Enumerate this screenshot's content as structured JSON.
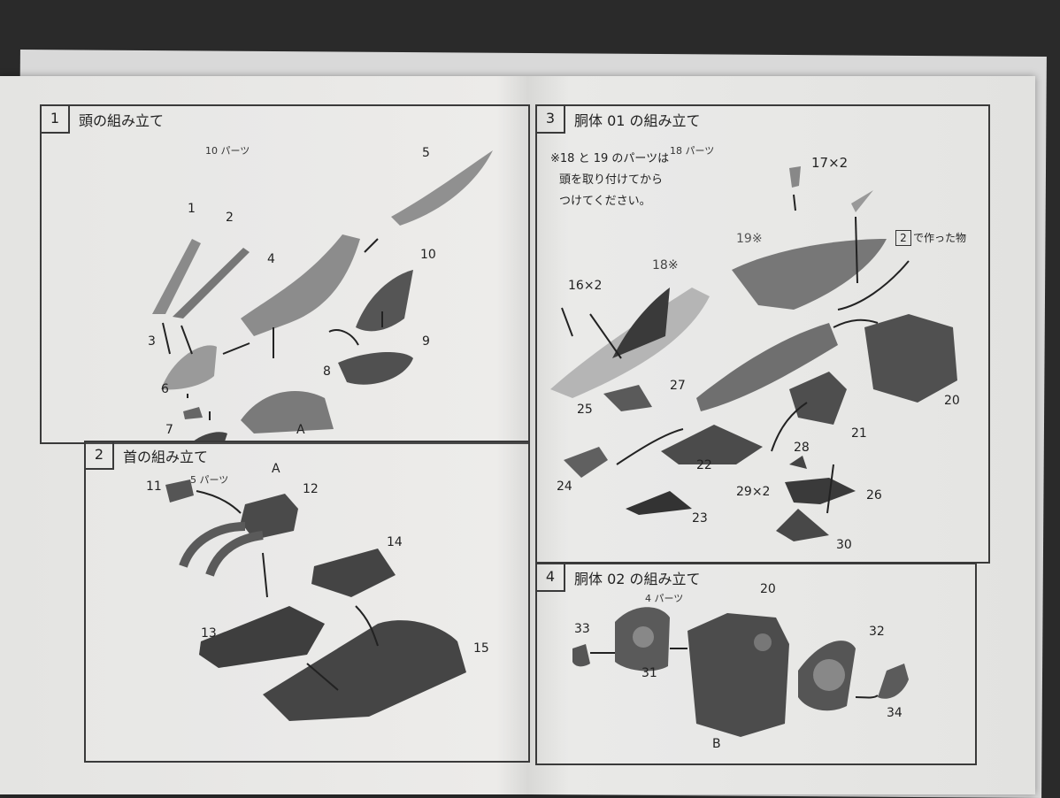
{
  "section1": {
    "num": "1",
    "title": "頭の組み立て",
    "count": "10 パーツ",
    "labels": [
      "1",
      "2",
      "3",
      "4",
      "5",
      "6",
      "7",
      "8",
      "9",
      "10",
      "A"
    ]
  },
  "section2": {
    "num": "2",
    "title": "首の組み立て",
    "count": "5 パーツ",
    "labels": [
      "11",
      "12",
      "13",
      "14",
      "15",
      "A"
    ]
  },
  "section3": {
    "num": "3",
    "title": "胴体 01 の組み立て",
    "count": "18 パーツ",
    "note_lines": [
      "※18 と 19 のパーツは",
      "頭を取り付けてから",
      "つけてください。"
    ],
    "ref_num": "2",
    "ref_text": "で作った物",
    "labels": [
      "17×2",
      "19※",
      "18※",
      "16×2",
      "20",
      "21",
      "22",
      "23",
      "24",
      "25",
      "26",
      "27",
      "28",
      "29×2",
      "30"
    ]
  },
  "section4": {
    "num": "4",
    "title": "胴体 02 の組み立て",
    "count": "4 パーツ",
    "labels": [
      "20",
      "31",
      "32",
      "33",
      "34",
      "B"
    ]
  }
}
